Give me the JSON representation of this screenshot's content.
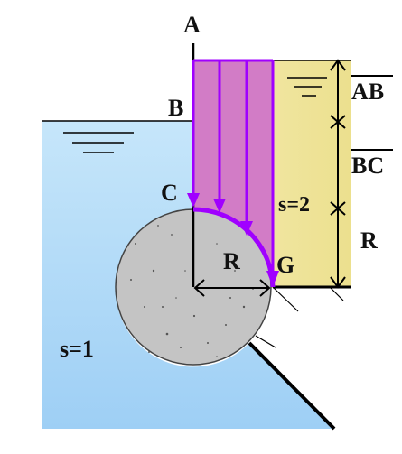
{
  "labels": {
    "point_a": "A",
    "point_b": "B",
    "point_c": "C",
    "point_g": "G",
    "radius_inside": "R",
    "radius_side": "R",
    "s_right": "s=2",
    "s_left": "s=1",
    "dim_ab": "AB",
    "dim_bc": "BC"
  },
  "colors": {
    "fluid_left": "#bfe0f7",
    "fluid_right": "#f0e6a0",
    "pressure_prism": "#d27cc6",
    "arrows": "#a000ff",
    "cylinder": "#c4c4c4",
    "walls": "#000000"
  }
}
